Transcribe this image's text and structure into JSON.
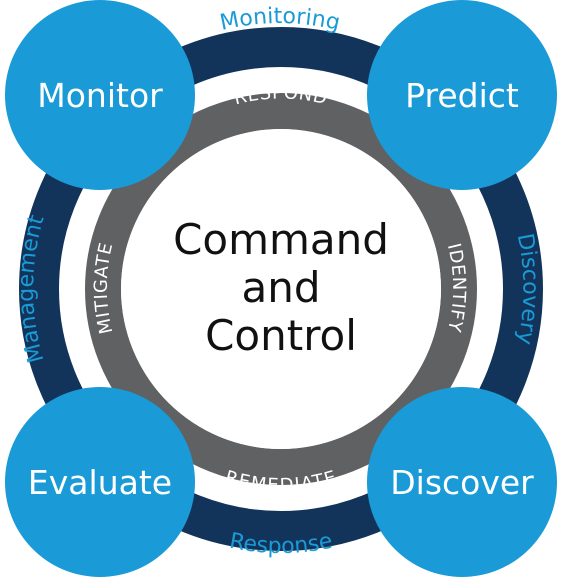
{
  "center": {
    "lines": [
      "Command",
      "and",
      "Control"
    ]
  },
  "nodes": {
    "top_left": "Monitor",
    "top_right": "Predict",
    "bottom_left": "Evaluate",
    "bottom_right": "Discover"
  },
  "outer_ring": {
    "top": "Monitoring",
    "right": "Discovery",
    "bottom": "Response",
    "left": "Management"
  },
  "inner_ring": {
    "top": "RESPOND",
    "right": "IDENTIFY",
    "bottom": "REMEDIATE",
    "left": "MITIGATE"
  },
  "colors": {
    "outer_ring": "#13345a",
    "inner_ring": "#606163",
    "node": "#1a9ad6",
    "outer_text": "#1a9ad6",
    "center_text": "#111111"
  }
}
